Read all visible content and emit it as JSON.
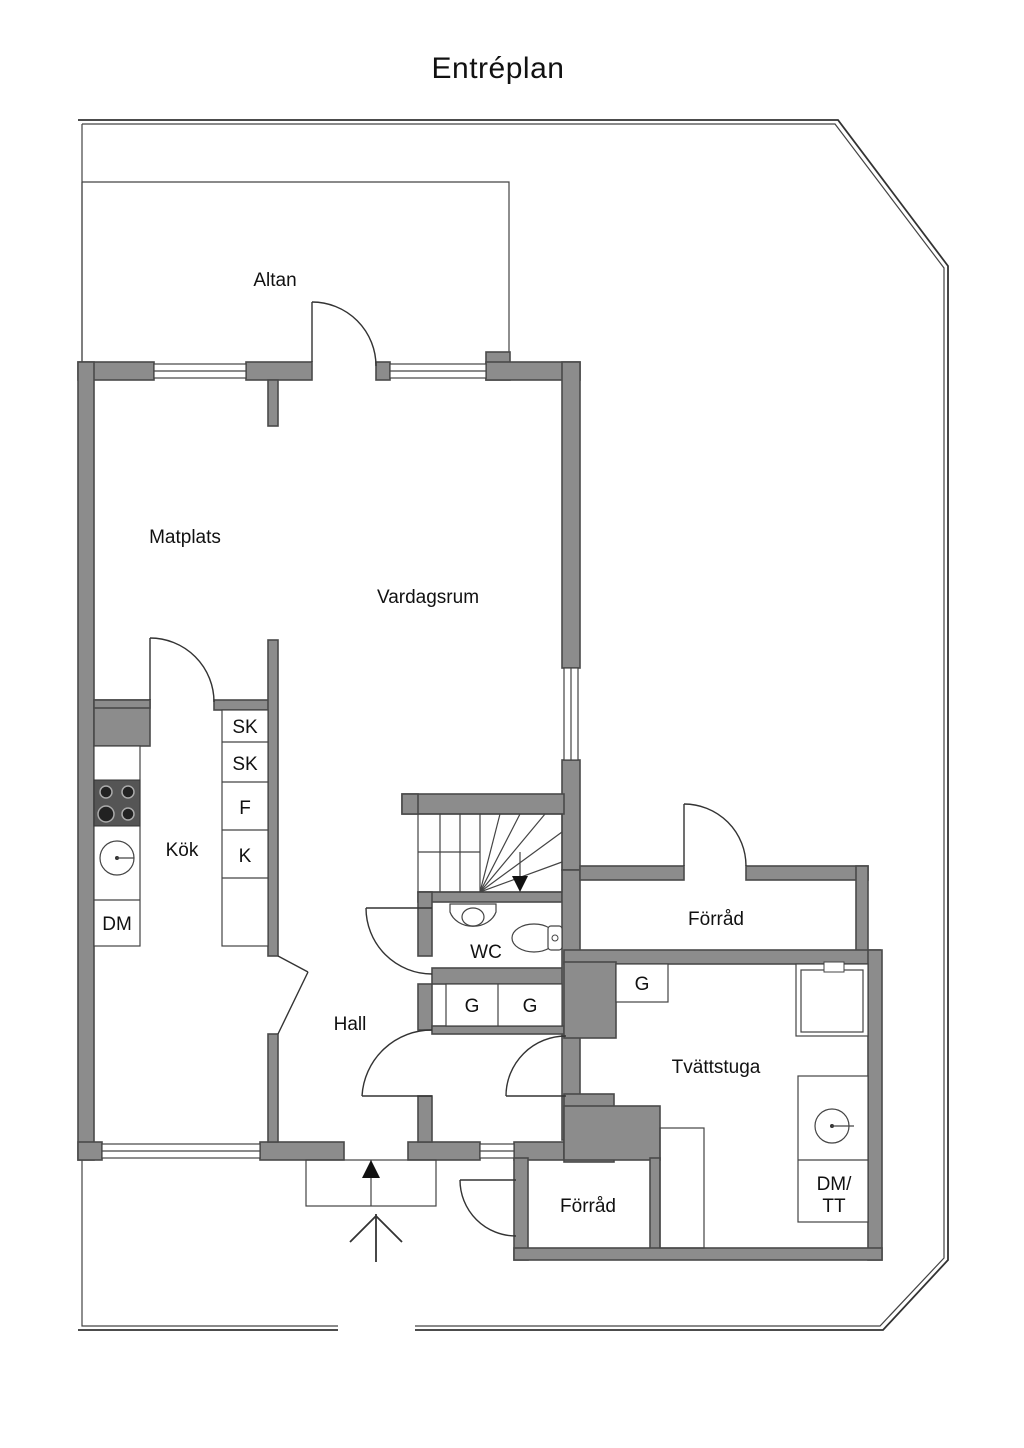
{
  "title": "Entréplan",
  "rooms": {
    "altan": "Altan",
    "matplats": "Matplats",
    "vardagsrum": "Vardagsrum",
    "kok": "Kök",
    "hall": "Hall",
    "wc": "WC",
    "forrad_upper": "Förråd",
    "forrad_lower": "Förråd",
    "tvattstuga": "Tvättstuga"
  },
  "fixtures": {
    "sk1": "SK",
    "sk2": "SK",
    "f": "F",
    "k": "K",
    "dm_kitchen": "DM",
    "g_hall_1": "G",
    "g_hall_2": "G",
    "g_laundry": "G",
    "dm_tt_line1": "DM/",
    "dm_tt_line2": "TT"
  },
  "colors": {
    "wall_fill": "#8c8c8c",
    "line": "#333333",
    "background": "#ffffff"
  },
  "icons": [
    "stove-icon",
    "sink-icon",
    "toilet-icon",
    "shower-icon",
    "stair-icon",
    "entrance-arrow-icon"
  ]
}
